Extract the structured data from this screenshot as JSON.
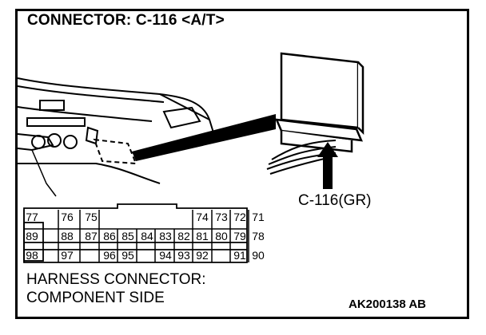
{
  "title": "CONNECTOR: C-116 <A/T>",
  "connector_callout": "C-116(GR)",
  "harness_line1": "HARNESS CONNECTOR:",
  "harness_line2": "COMPONENT SIDE",
  "figure_code": "AK200138 AB",
  "pins": {
    "row1": [
      "77",
      "76",
      "75",
      "",
      "74",
      "73",
      "72",
      "71"
    ],
    "row2": [
      "89",
      "88",
      "87",
      "86",
      "85",
      "84",
      "83",
      "82",
      "81",
      "80",
      "79",
      "78"
    ],
    "row3": [
      "98",
      "97",
      "",
      "96",
      "95",
      "",
      "94",
      "93",
      "92",
      "",
      "91",
      "90"
    ]
  }
}
